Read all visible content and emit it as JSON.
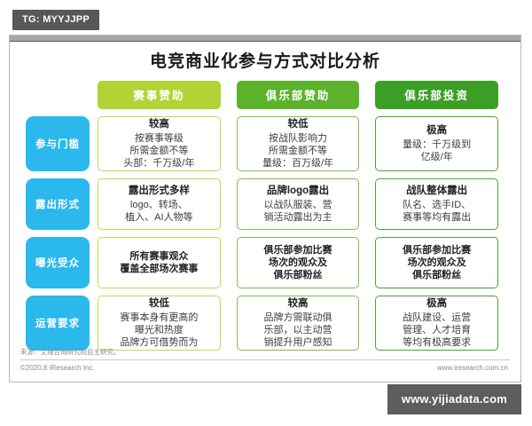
{
  "watermark_tag": "TG: MYYJJPP",
  "bottom_watermark": "www.yijiadata.com",
  "slide": {
    "title": "电竞商业化参与方式对比分析",
    "column_headers": [
      {
        "label": "赛事赞助",
        "color": "#b2d235"
      },
      {
        "label": "俱乐部赞助",
        "color": "#5cb32b"
      },
      {
        "label": "俱乐部投资",
        "color": "#3d9e26"
      }
    ],
    "row_labels": [
      "参与门槛",
      "露出形式",
      "曝光受众",
      "运营要求"
    ],
    "rows": [
      {
        "label": "参与门槛",
        "cells": [
          {
            "highlight": "较高",
            "body": "按赛事等级\n所需金额不等\n头部：千万级/年"
          },
          {
            "highlight": "较低",
            "body": "按战队影响力\n所需金额不等\n量级：百万级/年"
          },
          {
            "highlight": "极高",
            "body": "量级：千万级到\n亿级/年"
          }
        ]
      },
      {
        "label": "露出形式",
        "cells": [
          {
            "highlight": "露出形式多样",
            "body": "logo、转场、\n植入、AI人物等"
          },
          {
            "highlight": "品牌logo露出",
            "body": "以战队服装、营\n销活动露出为主"
          },
          {
            "highlight": "战队整体露出",
            "body": "队名、选手ID、\n赛事等均有露出"
          }
        ]
      },
      {
        "label": "曝光受众",
        "cells": [
          {
            "highlight": "",
            "body": "所有赛事观众\n覆盖全部场次赛事"
          },
          {
            "highlight": "",
            "body": "俱乐部参加比赛\n场次的观众及\n俱乐部粉丝"
          },
          {
            "highlight": "",
            "body": "俱乐部参加比赛\n场次的观众及\n俱乐部粉丝"
          }
        ]
      },
      {
        "label": "运营要求",
        "cells": [
          {
            "highlight": "较低",
            "body": "赛事本身有更高的\n曝光和热度\n品牌方可借势而为"
          },
          {
            "highlight": "较高",
            "body": "品牌方需联动俱\n乐部，以主动营\n销提升用户感知"
          },
          {
            "highlight": "极高",
            "body": "战队建设、运营\n管理、人才培育\n等均有极高要求"
          }
        ]
      }
    ],
    "footer": {
      "source": "来源：艾瑞咨询研究院自主研究。",
      "copyright": "©2020.8 iResearch Inc.",
      "website": "www.iresearch.com.cn"
    }
  }
}
